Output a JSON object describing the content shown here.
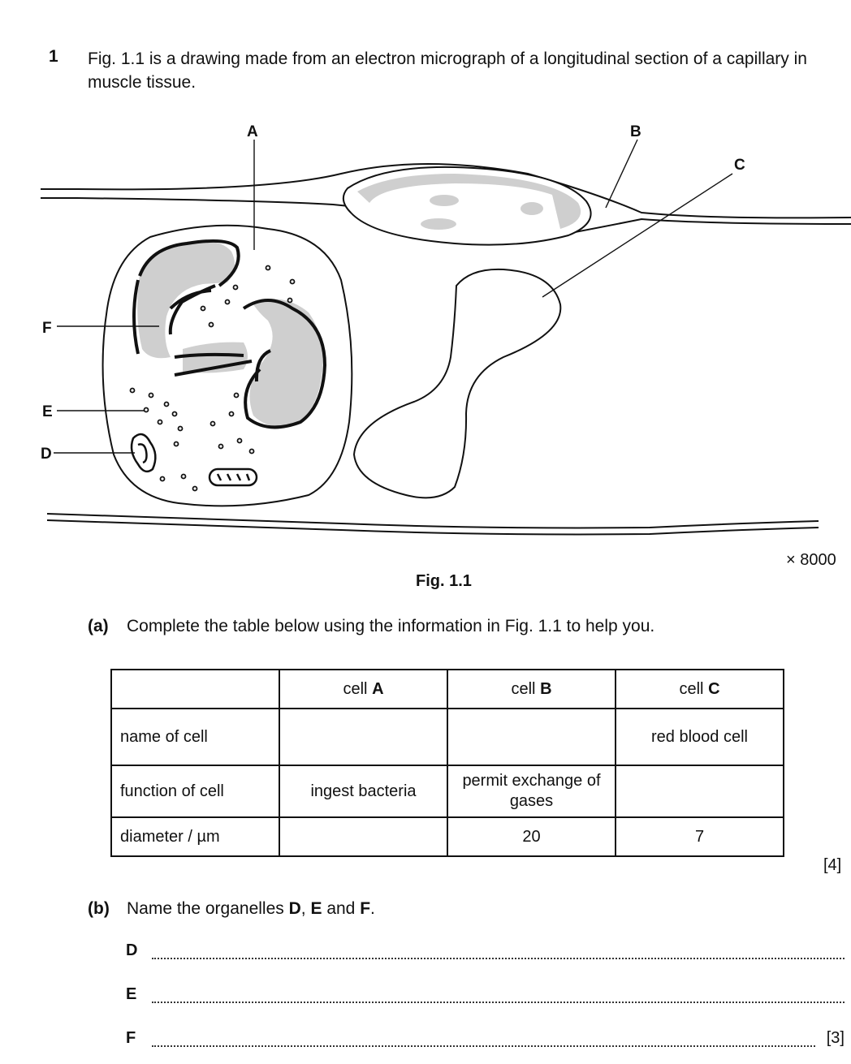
{
  "question": {
    "number": "1",
    "intro": "Fig. 1.1 is a drawing made from an electron micrograph of a longitudinal section of a capillary in muscle tissue."
  },
  "figure": {
    "labels": {
      "A": "A",
      "B": "B",
      "C": "C",
      "D": "D",
      "E": "E",
      "F": "F"
    },
    "magnification": "× 8000",
    "caption": "Fig. 1.1"
  },
  "part_a": {
    "label": "(a)",
    "text": "Complete the table below using the information in Fig. 1.1 to help you.",
    "table": {
      "headers": [
        "",
        "cell A",
        "cell B",
        "cell C"
      ],
      "rows": [
        {
          "label": "name of cell",
          "a": "",
          "b": "",
          "c": "red blood cell"
        },
        {
          "label": "function of cell",
          "a": "ingest bacteria",
          "b": "permit exchange of gases",
          "c": ""
        },
        {
          "label": "diameter / µm",
          "a": "",
          "b": "20",
          "c": "7"
        }
      ]
    },
    "marks": "[4]"
  },
  "part_b": {
    "label": "(b)",
    "text": "Name the organelles D, E and F.",
    "answers": [
      {
        "letter": "D"
      },
      {
        "letter": "E"
      },
      {
        "letter": "F",
        "marks": "[3]"
      }
    ]
  }
}
